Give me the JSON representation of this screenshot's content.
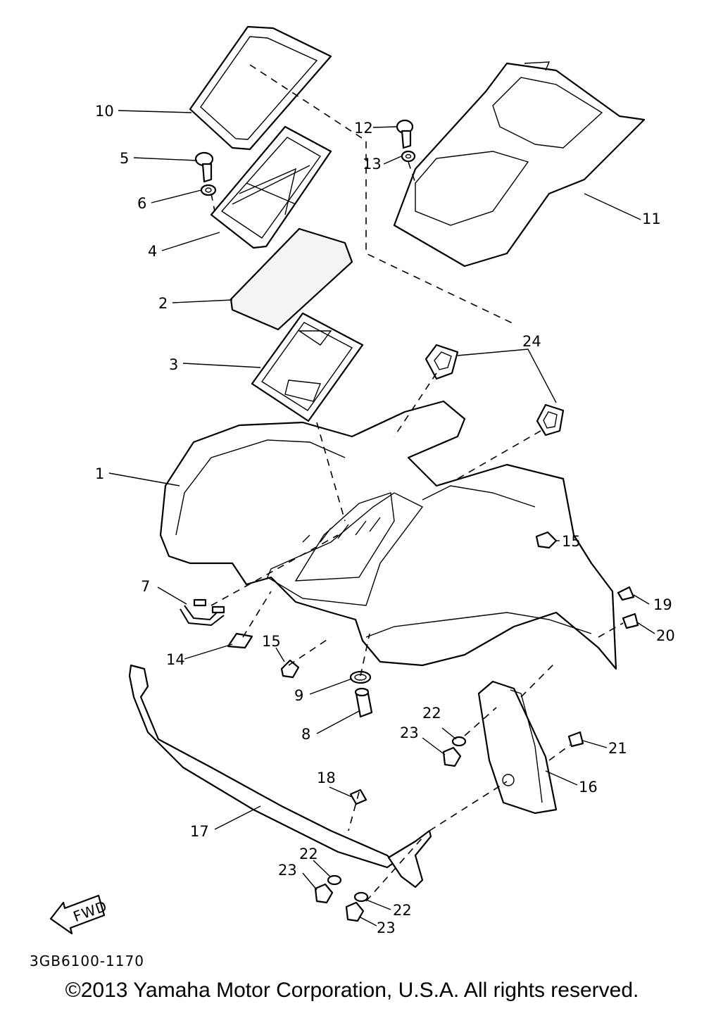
{
  "diagram": {
    "drawing_code": "3GB6100-1170",
    "copyright": "©2013 Yamaha Motor Corporation, U.S.A. All rights reserved.",
    "fwd_label": "FWD",
    "callouts": {
      "c1": "1",
      "c2": "2",
      "c3": "3",
      "c4": "4",
      "c5": "5",
      "c6": "6",
      "c7": "7",
      "c8": "8",
      "c9": "9",
      "c10": "10",
      "c11": "11",
      "c12": "12",
      "c13": "13",
      "c14": "14",
      "c15a": "15",
      "c15b": "15",
      "c16": "16",
      "c17": "17",
      "c18": "18",
      "c19": "19",
      "c20": "20",
      "c21": "21",
      "c22a": "22",
      "c22b": "22",
      "c22c": "22",
      "c23a": "23",
      "c23b": "23",
      "c23c": "23",
      "c24": "24"
    }
  }
}
